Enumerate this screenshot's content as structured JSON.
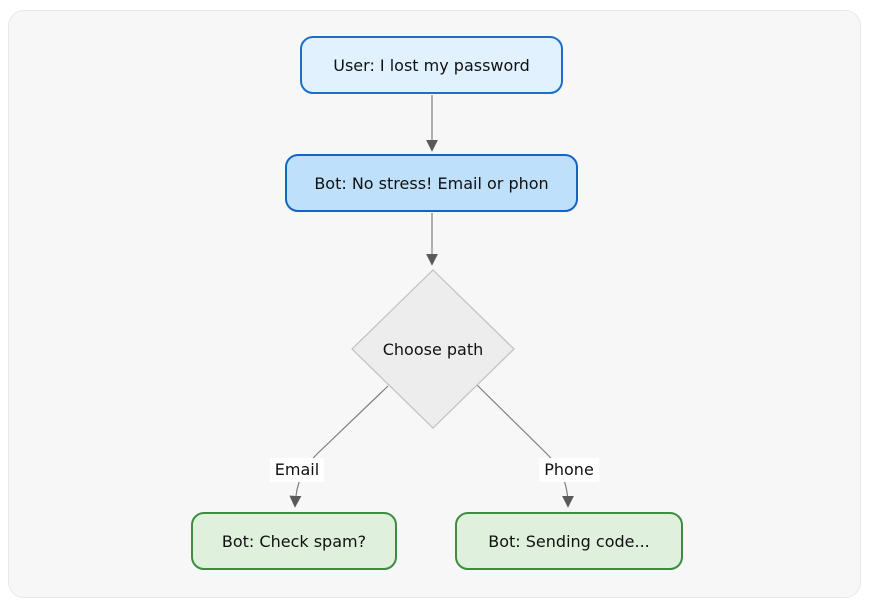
{
  "diagram": {
    "type": "flowchart",
    "direction": "top-down",
    "nodes": [
      {
        "id": "user",
        "shape": "rounded-rect",
        "label": "User: I lost my password"
      },
      {
        "id": "bot_reply",
        "shape": "rounded-rect",
        "label": "Bot: No stress! Email or phon"
      },
      {
        "id": "decision",
        "shape": "diamond",
        "label": "Choose path"
      },
      {
        "id": "email_result",
        "shape": "rounded-rect",
        "label": "Bot: Check spam?"
      },
      {
        "id": "phone_result",
        "shape": "rounded-rect",
        "label": "Bot: Sending code..."
      }
    ],
    "edges": [
      {
        "from": "user",
        "to": "bot_reply",
        "label": ""
      },
      {
        "from": "bot_reply",
        "to": "decision",
        "label": ""
      },
      {
        "from": "decision",
        "to": "email_result",
        "label": "Email"
      },
      {
        "from": "decision",
        "to": "phone_result",
        "label": "Phone"
      }
    ]
  },
  "colors": {
    "page_bg": "#ffffff",
    "card_bg": "#f7f7f8",
    "card_border": "#e8e8ea",
    "user_fill": "#e1f1fe",
    "user_stroke": "#1a6fc7",
    "bot_fill": "#bee0fb",
    "bot_stroke": "#1565c0",
    "decision_fill": "#ededed",
    "decision_stroke": "#c0c0c0",
    "result_fill": "#dff0dc",
    "result_stroke": "#3d8c42",
    "edge_line": "#7d7d7d",
    "edge_arrow": "#5a5a5a",
    "edge_label_bg": "#ffffff",
    "text": "#111111"
  }
}
